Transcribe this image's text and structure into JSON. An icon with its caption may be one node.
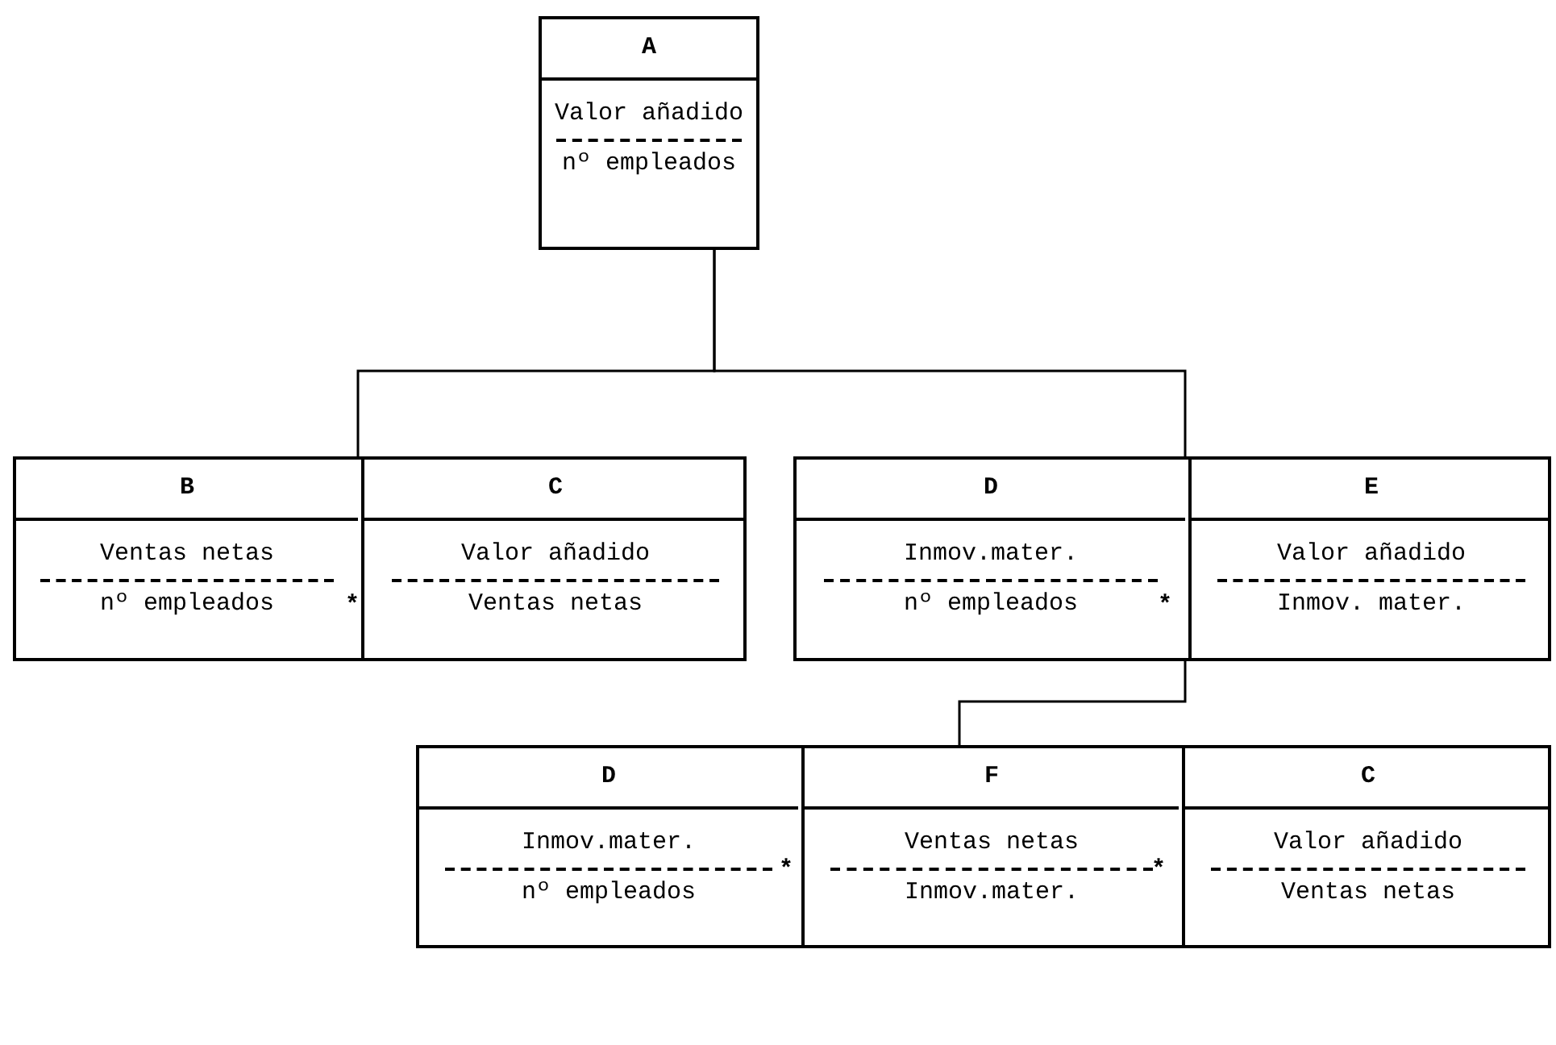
{
  "diagram": {
    "nodes": [
      {
        "text": [
          "A",
          "Valor añadido",
          "nº empleados"
        ]
      },
      {
        "text": [],
        "shape": "box"
      },
      {
        "text": [
          "B",
          "Ventas netas",
          "nº empleados"
        ],
        "in": 1
      },
      {
        "text": [
          "C",
          "Valor añadido",
          "Ventas netas"
        ],
        "in": 1
      },
      {
        "text": [],
        "shape": "box"
      },
      {
        "text": [
          "D",
          "Inmov.mater.",
          "nº empleados"
        ],
        "in": 4
      },
      {
        "text": [
          "E",
          "Valor añadido",
          "Inmov. mater."
        ],
        "in": 4
      },
      {
        "text": [],
        "shape": "box"
      },
      {
        "text": [
          "D",
          "Inmov.mater.",
          "nº empleados"
        ],
        "in": 7
      },
      {
        "text": [
          "F",
          "Ventas netas",
          "Inmov.mater."
        ],
        "in": 7
      },
      {
        "text": [
          "C",
          "Valor añadido",
          "Ventas netas"
        ],
        "in": 7
      }
    ],
    "edges": [
      {
        "from": 0,
        "to": 1,
        "arrow": "none"
      },
      {
        "from": 0,
        "to": 4,
        "arrow": "none"
      },
      {
        "from": 4,
        "to": 7,
        "arrow": "none"
      }
    ],
    "labels": [
      "*",
      "*",
      "*",
      "*"
    ]
  }
}
